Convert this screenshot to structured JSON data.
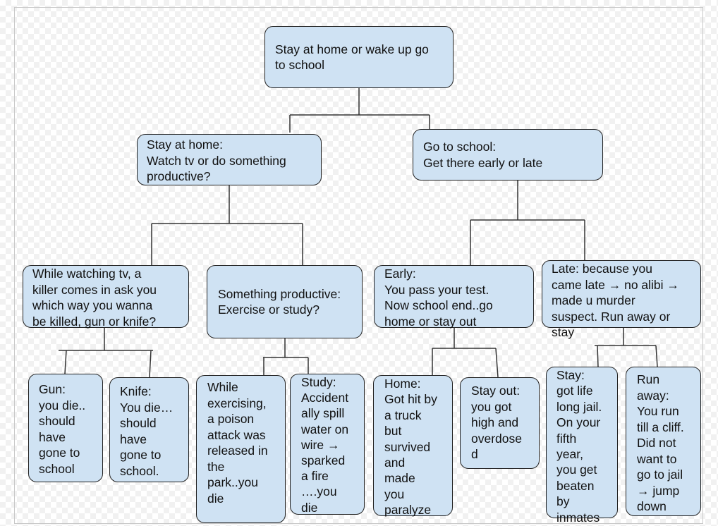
{
  "diagram": {
    "root": "Stay at home or wake up go\nto school",
    "stay_home": "Stay at home:\nWatch tv or do something\nproductive?",
    "go_school": "Go to school:\nGet there early or late",
    "watching_tv": "While watching tv, a\nkiller comes in ask you\nwhich way you wanna\nbe killed, gun or knife?",
    "productive": "Something productive:\nExercise or study?",
    "early": "Early:\nYou pass your test.\nNow school end..go\nhome or stay out",
    "late": "Late: because you\ncame late → no alibi →\nmade u murder\nsuspect. Run away or\nstay",
    "gun": "Gun:\nyou die..\nshould\nhave\ngone to\nschool",
    "knife": "Knife:\nYou die…\nshould\nhave\ngone to\nschool.",
    "exercising": "While\nexercising,\na poison\nattack was\nreleased in\nthe\npark..you\ndie",
    "study": "Study:\nAccident\nally spill\nwater on\nwire →\nsparked\na fire\n….you\ndie",
    "home": "Home:\nGot hit by\na truck\nbut\nsurvived\nand\nmade\nyou\nparalyze",
    "stay_out": "Stay out:\nyou got\nhigh and\noverdose\nd",
    "stay": "Stay:\ngot life\nlong jail.\nOn your\nfifth\nyear,\nyou get\nbeaten\nby\ninmates",
    "run_away": "Run\naway:\nYou run\ntill a cliff.\nDid not\nwant to\ngo to jail\n→ jump\ndown"
  },
  "colors": {
    "node_fill": "#cfe2f3",
    "node_border": "#222222",
    "connector": "#333333"
  }
}
